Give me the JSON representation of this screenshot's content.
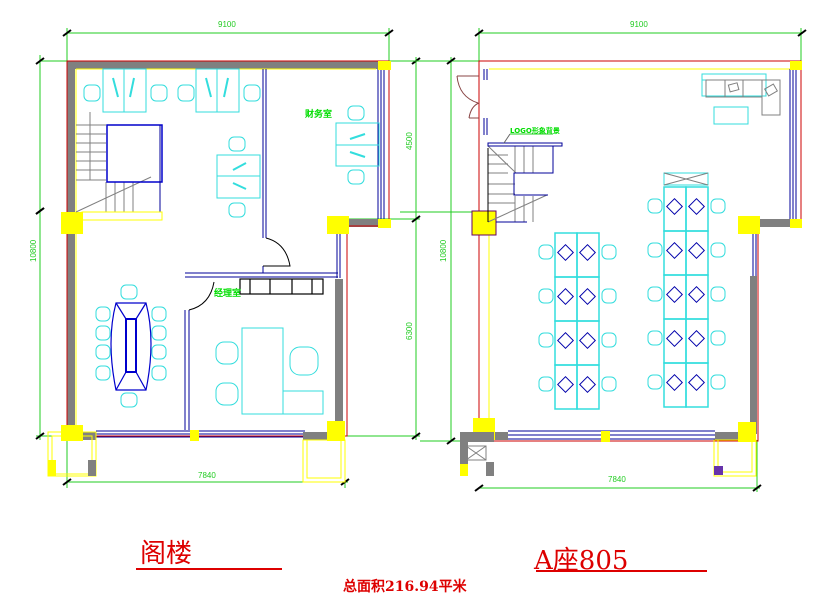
{
  "drawing": {
    "type": "architectural floor plan",
    "colors": {
      "dimension": "#22cc22",
      "wall_outline": "#cc0000",
      "wall_fill": "#808080",
      "column": "#ffff00",
      "furniture": "#33dddd",
      "partition": "#000099",
      "title_text": "#dd0000",
      "room_label": "#00dd00"
    }
  },
  "plans": [
    {
      "name": "left-plan-attic",
      "title": "阁楼",
      "dimensions": {
        "top_width": "9100",
        "bottom_width": "7840",
        "left_height": "10800",
        "right_upper": "4500",
        "right_lower": "6300"
      },
      "rooms": [
        {
          "label": "财务室"
        },
        {
          "label": "经理室"
        }
      ]
    },
    {
      "name": "right-plan-a805",
      "title": "A座805",
      "dimensions": {
        "top_width": "9100",
        "bottom_width": "7840",
        "left_height": "10800"
      },
      "rooms": [
        {
          "label": "LOGO形象背景"
        }
      ]
    }
  ],
  "footer": {
    "total_area": "总面积216.94平米"
  }
}
